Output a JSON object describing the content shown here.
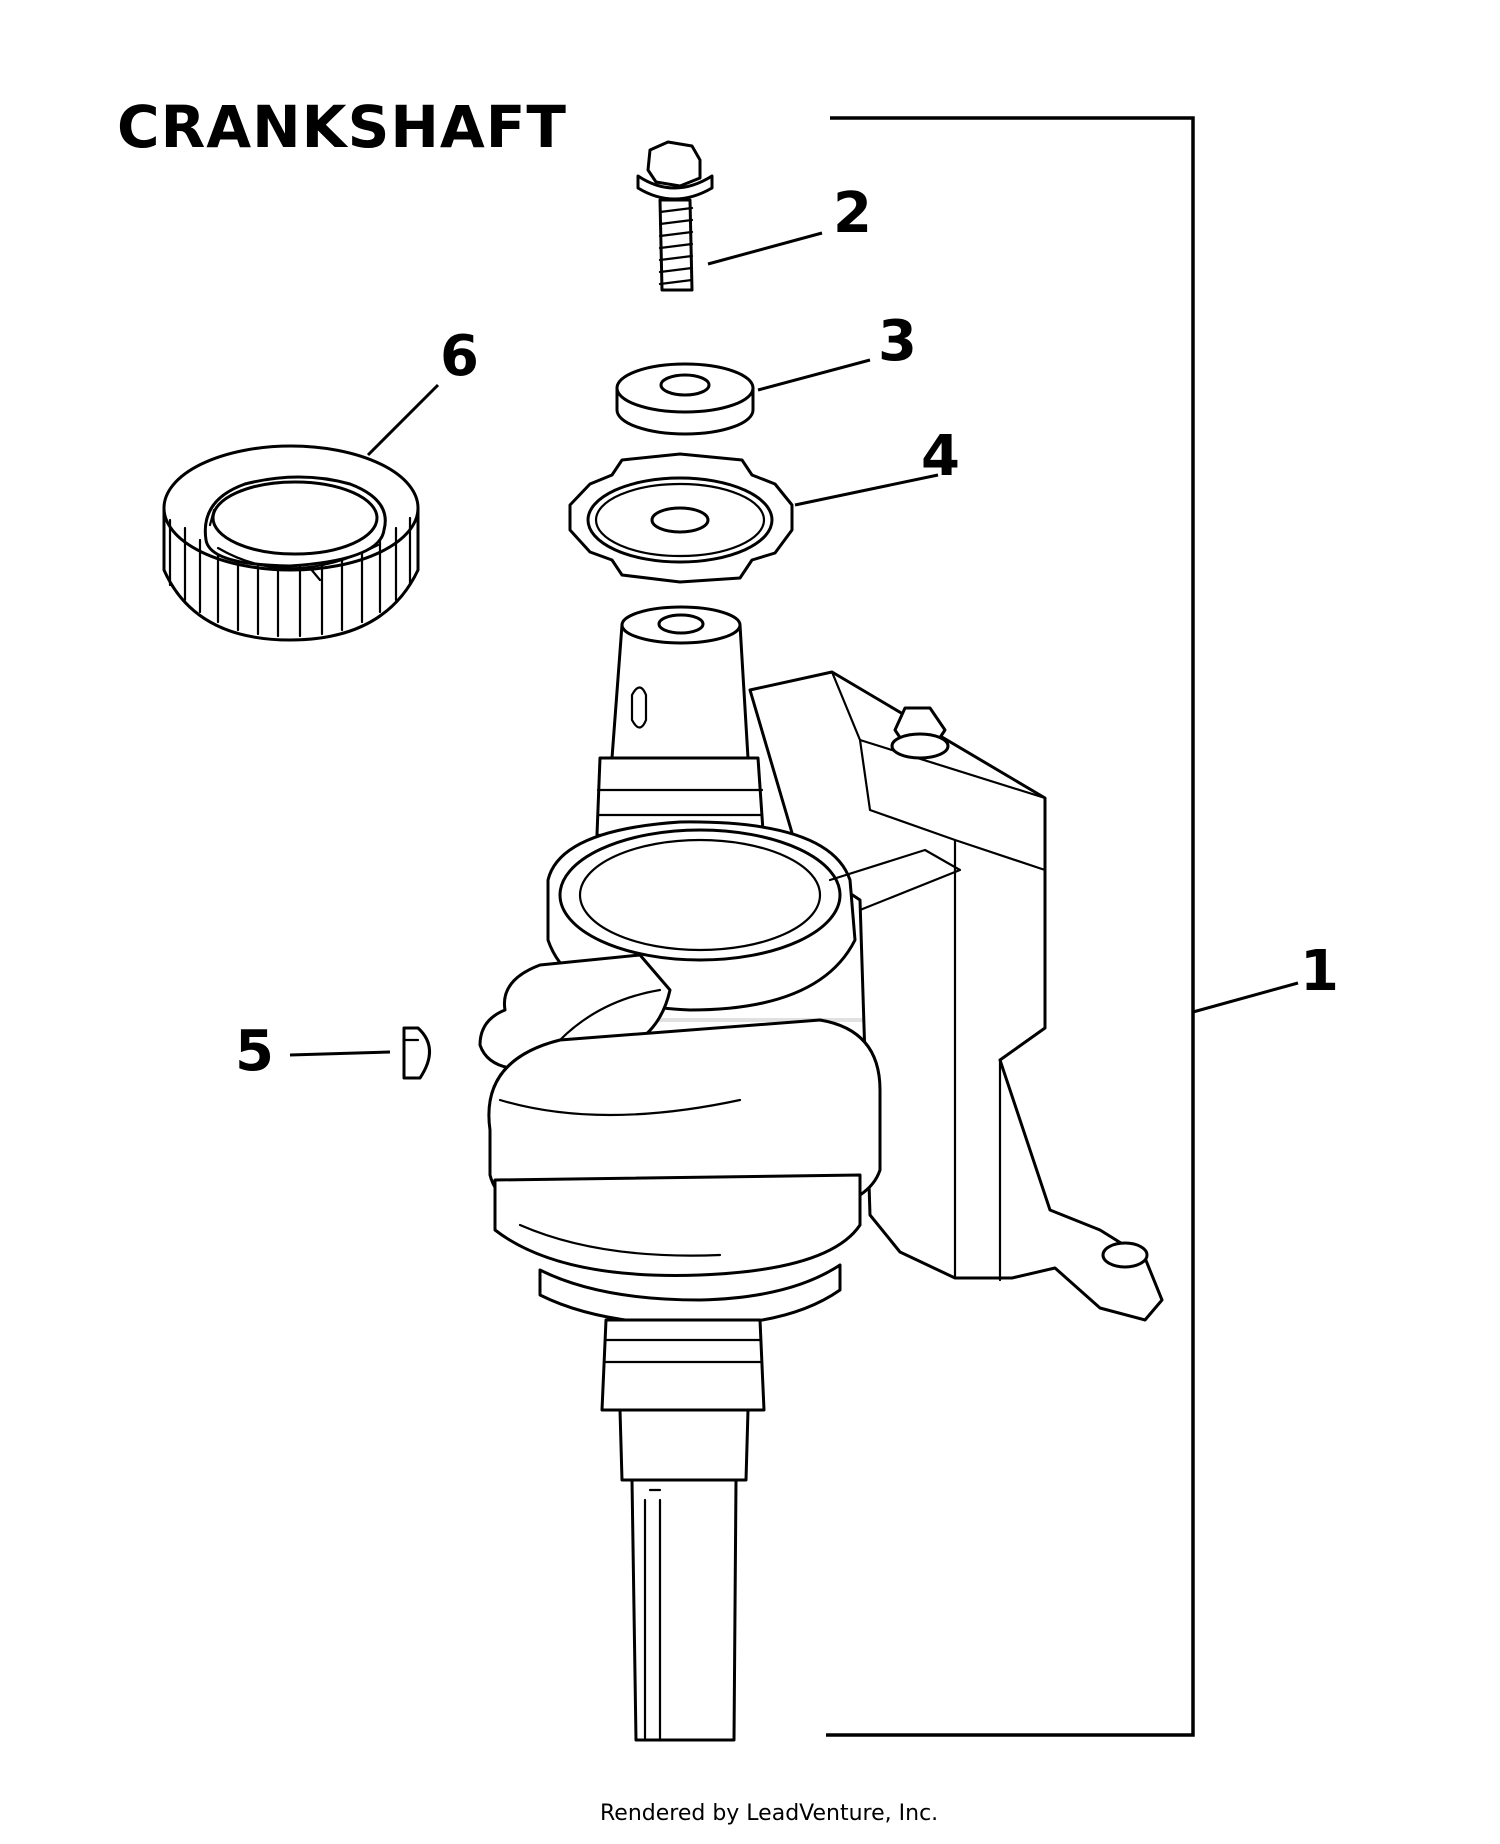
{
  "title": "CRANKSHAFT",
  "callouts": [
    {
      "id": "1",
      "label": "1"
    },
    {
      "id": "2",
      "label": "2"
    },
    {
      "id": "3",
      "label": "3"
    },
    {
      "id": "4",
      "label": "4"
    },
    {
      "id": "5",
      "label": "5"
    },
    {
      "id": "6",
      "label": "6"
    }
  ],
  "footer": "Rendered by LeadVenture, Inc."
}
